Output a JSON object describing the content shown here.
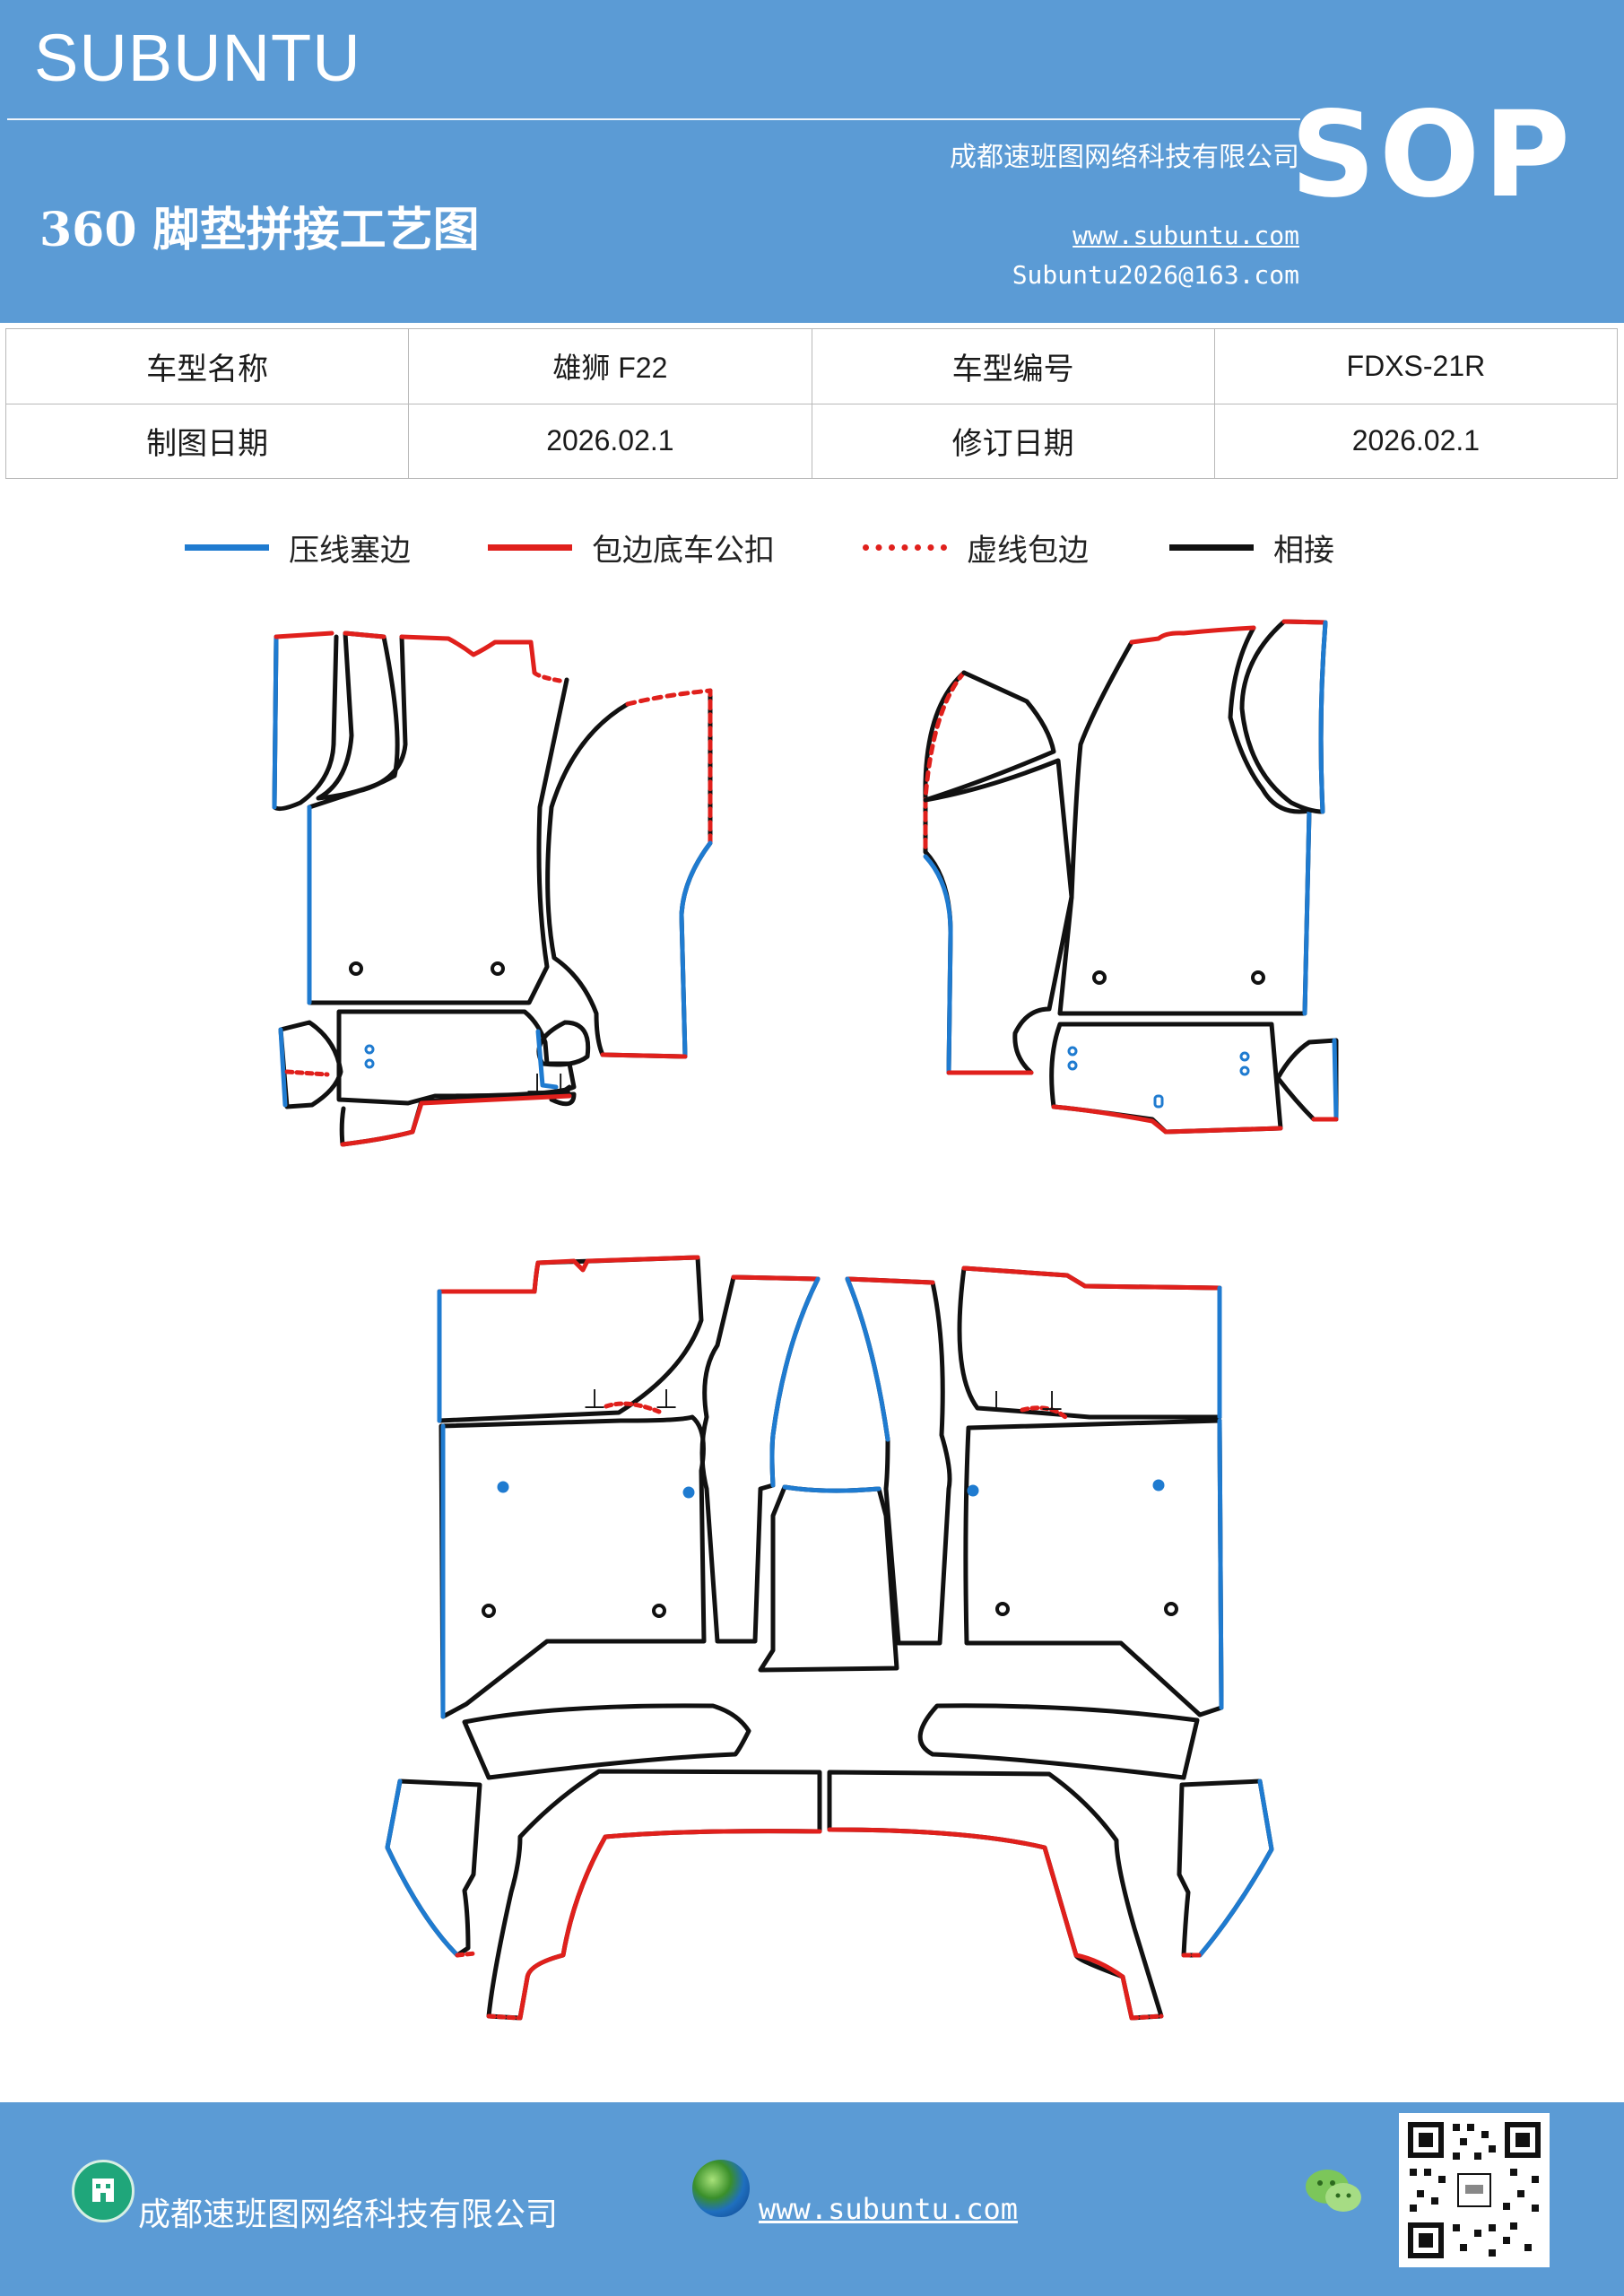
{
  "header": {
    "brand": "SUBUNTU",
    "company": "成都速班图网络科技有限公司",
    "title": "360 脚垫拼接工艺图",
    "website": "www.subuntu.com",
    "email": "Subuntu2026@163.com",
    "badge": "SOP"
  },
  "info_table": {
    "rows": [
      [
        "车型名称",
        "雄狮 F22",
        "车型编号",
        "FDXS-21R"
      ],
      [
        "制图日期",
        "2026.02.1",
        "修订日期",
        "2026.02.1"
      ]
    ]
  },
  "legend": [
    {
      "label": "压线塞边",
      "color": "#1f7bd0",
      "style": "solid"
    },
    {
      "label": "包边底车公扣",
      "color": "#e0201c",
      "style": "solid"
    },
    {
      "label": "虚线包边",
      "color": "#e0201c",
      "style": "dotted"
    },
    {
      "label": "相接",
      "color": "#111111",
      "style": "solid"
    }
  ],
  "colors": {
    "header_bg": "#5b9bd5",
    "blue_line": "#1f7bd0",
    "red_line": "#e0201c",
    "black_line": "#111111"
  },
  "footer": {
    "company": "成都速班图网络科技有限公司",
    "website": "www.subuntu.com",
    "icons": [
      "company-icon",
      "globe-icon",
      "wechat-icon",
      "qr-code"
    ]
  }
}
